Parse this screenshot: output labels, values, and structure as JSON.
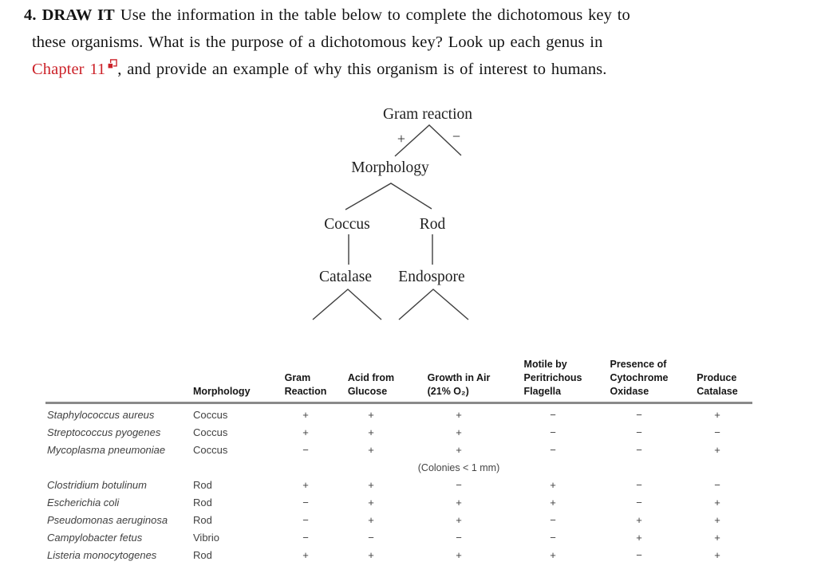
{
  "question": {
    "number": "4.",
    "draw_it": "DRAW IT",
    "line1": "Use the information in the table below to complete the dichotomous key to",
    "line2": "these organisms. What is the purpose of a dichotomous key? Look up each genus in",
    "link_text": "Chapter 11",
    "line3_rest": ", and provide an example of why this organism is of interest to humans.",
    "link_color": "#cc2229",
    "text_color": "#141414"
  },
  "tree": {
    "root": "Gram reaction",
    "plus": "+",
    "minus": "−",
    "level2": "Morphology",
    "left_child": "Coccus",
    "right_child": "Rod",
    "left_test": "Catalase",
    "right_test": "Endospore"
  },
  "table": {
    "columns": [
      {
        "key": "name",
        "align": "left",
        "header_lines": []
      },
      {
        "key": "morphology",
        "align": "left",
        "header_lines": [
          "Morphology"
        ]
      },
      {
        "key": "gram",
        "align": "center",
        "header_lines": [
          "Gram",
          "Reaction"
        ]
      },
      {
        "key": "acid",
        "align": "center",
        "header_lines": [
          "Acid from",
          "Glucose"
        ]
      },
      {
        "key": "growth",
        "align": "center",
        "header_lines": [
          "Growth in Air",
          "(21% O₂)"
        ]
      },
      {
        "key": "motile",
        "align": "center",
        "header_lines": [
          "Motile by",
          "Peritrichous",
          "Flagella"
        ]
      },
      {
        "key": "oxidase",
        "align": "center",
        "header_lines": [
          "Presence of",
          "Cytochrome",
          "Oxidase"
        ]
      },
      {
        "key": "catalase",
        "align": "center",
        "header_lines": [
          "Produce",
          "Catalase"
        ]
      }
    ],
    "rows": [
      {
        "name": "Staphylococcus aureus",
        "morphology": "Coccus",
        "gram": "+",
        "acid": "+",
        "growth": "+",
        "motile": "−",
        "oxidase": "−",
        "catalase": "+"
      },
      {
        "name": "Streptococcus pyogenes",
        "morphology": "Coccus",
        "gram": "+",
        "acid": "+",
        "growth": "+",
        "motile": "−",
        "oxidase": "−",
        "catalase": "−"
      },
      {
        "name": "Mycoplasma pneumoniae",
        "morphology": "Coccus",
        "gram": "−",
        "acid": "+",
        "growth": "+",
        "motile": "−",
        "oxidase": "−",
        "catalase": "+"
      },
      {
        "name": "",
        "morphology": "",
        "gram": "",
        "acid": "",
        "growth": "(Colonies < 1 mm)",
        "motile": "",
        "oxidase": "",
        "catalase": "",
        "note": true
      },
      {
        "name": "Clostridium botulinum",
        "morphology": "Rod",
        "gram": "+",
        "acid": "+",
        "growth": "−",
        "motile": "+",
        "oxidase": "−",
        "catalase": "−"
      },
      {
        "name": "Escherichia coli",
        "morphology": "Rod",
        "gram": "−",
        "acid": "+",
        "growth": "+",
        "motile": "+",
        "oxidase": "−",
        "catalase": "+"
      },
      {
        "name": "Pseudomonas aeruginosa",
        "morphology": "Rod",
        "gram": "−",
        "acid": "+",
        "growth": "+",
        "motile": "−",
        "oxidase": "+",
        "catalase": "+"
      },
      {
        "name": "Campylobacter fetus",
        "morphology": "Vibrio",
        "gram": "−",
        "acid": "−",
        "growth": "−",
        "motile": "−",
        "oxidase": "+",
        "catalase": "+"
      },
      {
        "name": "Listeria monocytogenes",
        "morphology": "Rod",
        "gram": "+",
        "acid": "+",
        "growth": "+",
        "motile": "+",
        "oxidase": "−",
        "catalase": "+"
      }
    ]
  }
}
